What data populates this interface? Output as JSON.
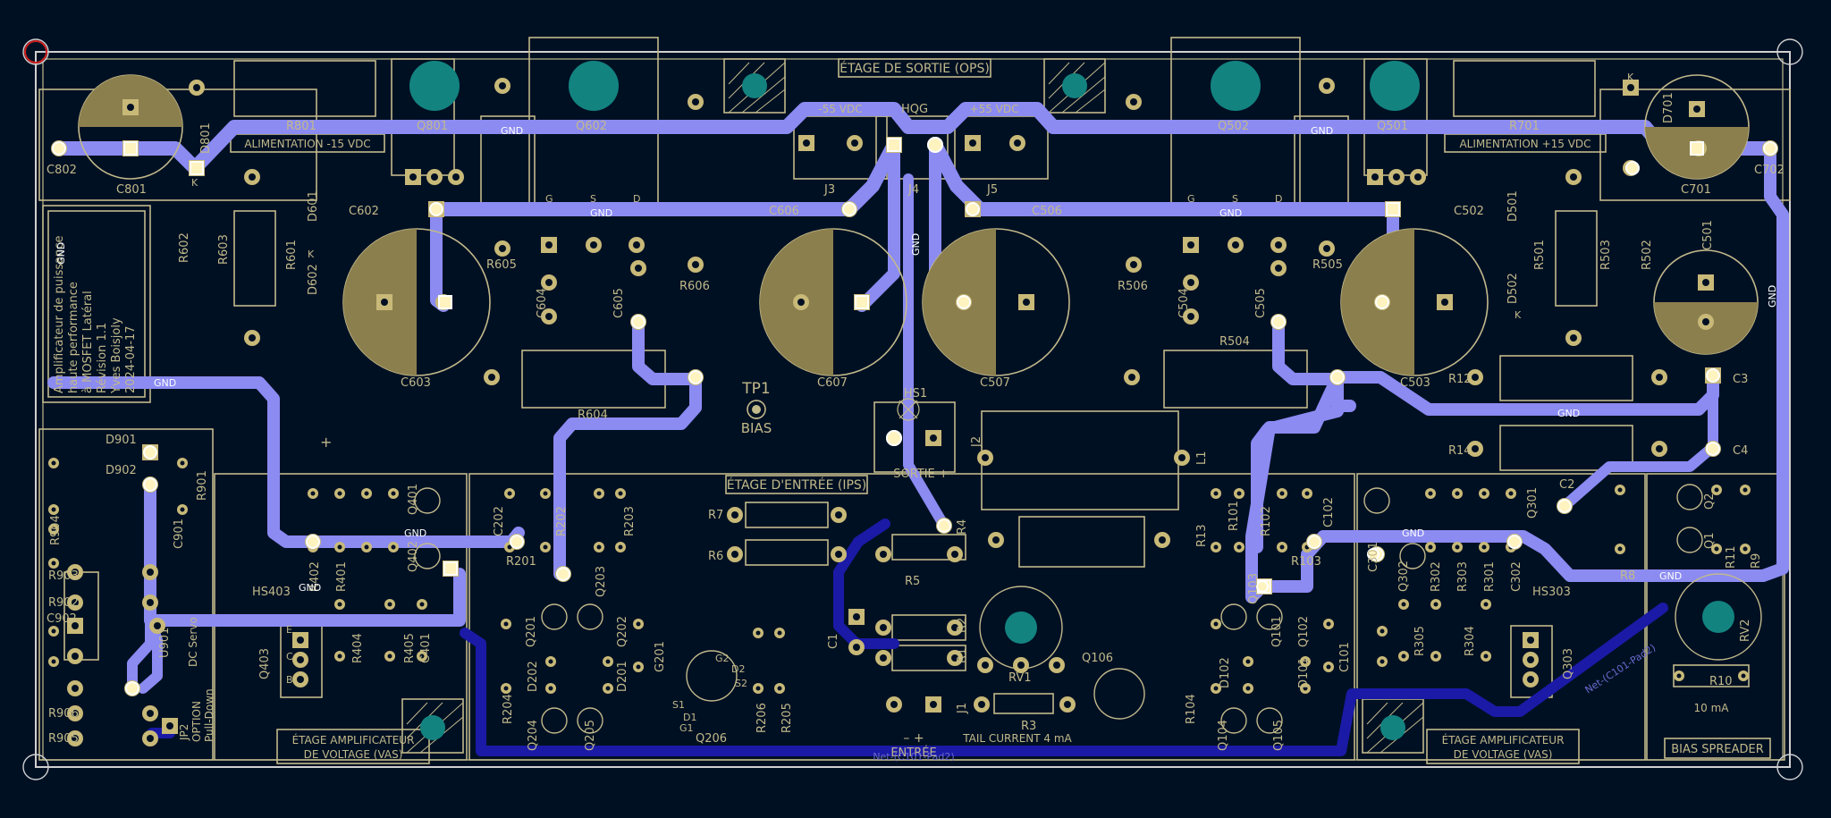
{
  "colors": {
    "background": "#001023",
    "silkscreen": "#c2b98a",
    "copper_front": "#8b8bf2",
    "copper_back": "#1a1aa6",
    "pad": "#c8b978",
    "mount_hole": "#138380",
    "edge_cut": "#d0d0d0",
    "cap_fill": "#8c7f4e"
  },
  "title_block": {
    "lines": [
      "Amplificateur de puissance",
      "haute performance",
      "à MOSFET Latéral",
      "Révision 1.1",
      "Yves Boisjoly",
      "2024-04-17"
    ]
  },
  "sections": {
    "output_stage": "ÉTAGE DE SORTIE (OPS)",
    "input_stage": "ÉTAGE D'ENTRÉE (IPS)",
    "vas_left": [
      "ÉTAGE AMPLIFICATEUR",
      "DE VOLTAGE (VAS)"
    ],
    "vas_right": [
      "ÉTAGE AMPLIFICATEUR",
      "DE VOLTAGE (VAS)"
    ],
    "bias_spreader": "BIAS SPREADER",
    "supply_neg": "ALIMENTATION -15 VDC",
    "supply_pos": "ALIMENTATION +15 VDC"
  },
  "labels": {
    "hqg": "HQG",
    "tp1": "TP1",
    "bias": "BIAS",
    "hs1": "HS1",
    "sortie": "SORTIE +",
    "entree": "ENTRÉE",
    "entree_pins": "–        +",
    "tail_current": "TAIL CURRENT 4 mA",
    "ten_ma": "10 mA",
    "dc_servo": "DC Servo",
    "jp2": "JP2",
    "option": "OPTION",
    "pull_down": "Pull-Down",
    "net_left": "Net-(C101-Pad2)",
    "net_right": "Net-(C101-Pad2)",
    "neg55": "-55 VDC",
    "pos55": "+55 VDC"
  },
  "nets": {
    "gnd": "GND"
  },
  "refs": {
    "c802": "C802",
    "c801": "C801",
    "r801": "R801",
    "q801": "Q801",
    "d801": "D801",
    "q602": "Q602",
    "c602": "C602",
    "r602": "R602",
    "r603": "R603",
    "r601": "R601",
    "d601": "D601",
    "d602": "D602",
    "c603": "C603",
    "r605": "R605",
    "c604": "C604",
    "c605": "C605",
    "r606": "R606",
    "c606": "C606",
    "r604": "R604",
    "c607": "C607",
    "j3": "J3",
    "j4": "J4",
    "j5": "J5",
    "c507": "C507",
    "c506": "C506",
    "q502": "Q502",
    "q501": "Q501",
    "r701": "R701",
    "d701": "D701",
    "c701": "C701",
    "c702": "C702",
    "c502": "C502",
    "d501": "D501",
    "d502": "D502",
    "r501": "R501",
    "r503": "R503",
    "r502": "R502",
    "c501": "C501",
    "r506": "R506",
    "c504": "C504",
    "c505": "C505",
    "r505": "R505",
    "r504": "R504",
    "c503": "C503",
    "r12": "R12",
    "c3": "C3",
    "r14": "R14",
    "c4": "C4",
    "j2": "J2",
    "l1": "L1",
    "r13": "R13",
    "d901": "D901",
    "d902": "D902",
    "r904": "R904",
    "r901": "R901",
    "c901": "C901",
    "r903": "R903",
    "r902": "R902",
    "c902": "C902",
    "u901": "U901",
    "r906": "R906",
    "r905": "R905",
    "hs403": "HS403",
    "q403": "Q403",
    "r402": "R402",
    "r401": "R401",
    "q401": "Q401",
    "q402": "Q402",
    "r404": "R404",
    "r405": "R405",
    "c401": "C401",
    "c202": "C202",
    "r202": "R202",
    "r203": "R203",
    "r201": "R201",
    "q203": "Q203",
    "q201": "Q201",
    "q202": "Q202",
    "g201": "G201",
    "r204": "R204",
    "d202": "D202",
    "d201": "D201",
    "q204": "Q204",
    "q205": "Q205",
    "q206": "Q206",
    "r206": "R206",
    "r205": "R205",
    "r7": "R7",
    "r6": "R6",
    "r4": "R4",
    "r5": "R5",
    "c1": "C1",
    "r2": "R2",
    "r1": "R1",
    "j1": "J1",
    "r3": "R3",
    "rv1": "RV1",
    "q106": "Q106",
    "r101": "R101",
    "r102": "R102",
    "c102": "C102",
    "r103": "R103",
    "q103": "Q103",
    "q101": "Q101",
    "q102": "Q102",
    "c101": "C101",
    "r104": "R104",
    "d102": "D102",
    "d101": "D101",
    "q104": "Q104",
    "q105": "Q105",
    "c301": "C301",
    "q302": "Q302",
    "r303": "R303",
    "r301": "R301",
    "c302": "C302",
    "r302": "R302",
    "hs303": "HS303",
    "r305": "R305",
    "r304": "R304",
    "q303": "Q303",
    "q301": "Q301",
    "q2": "Q2",
    "q1": "Q1",
    "r11": "R11",
    "r9": "R9",
    "r8": "R8",
    "c2": "C2",
    "rv2": "RV2",
    "r10": "R10"
  },
  "pin_letters": {
    "g": "G",
    "s": "S",
    "d": "D",
    "k": "K",
    "e": "E",
    "c": "C",
    "b": "B",
    "d1": "D1",
    "d2": "D2",
    "g1": "G1",
    "g2": "G2",
    "s1": "S1",
    "s2": "S2"
  }
}
